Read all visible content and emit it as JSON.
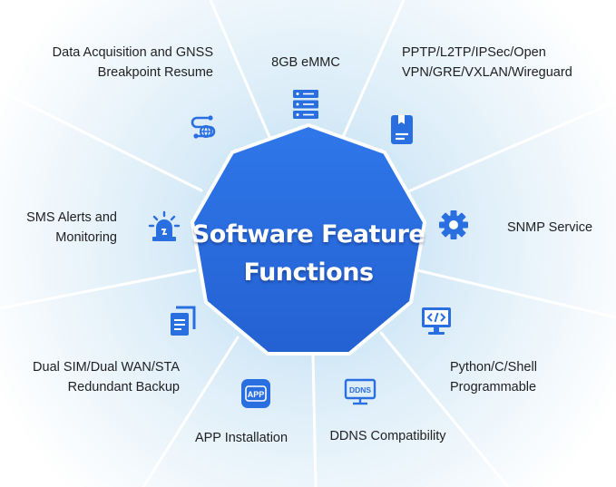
{
  "center": {
    "line1": "Software Feature",
    "line2": "Functions"
  },
  "colors": {
    "primary": "#2a6fe0",
    "center_fill": "#2b6de3",
    "wedge_light": "#eaf4fb",
    "wedge_mid": "#cfe6f5"
  },
  "features": [
    {
      "id": "data-acquisition",
      "lines": [
        "Data Acquisition and GNSS",
        "Breakpoint Resume"
      ],
      "icon": "data-flow-icon"
    },
    {
      "id": "emmc",
      "lines": [
        "8GB eMMC"
      ],
      "icon": "server-storage-icon"
    },
    {
      "id": "vpn",
      "lines": [
        "PPTP/L2TP/IPSec/Open",
        "VPN/GRE/VXLAN/Wireguard"
      ],
      "icon": "document-icon"
    },
    {
      "id": "snmp",
      "lines": [
        "SNMP Service"
      ],
      "icon": "gear-icon"
    },
    {
      "id": "python",
      "lines": [
        "Python/C/Shell",
        "Programmable"
      ],
      "icon": "code-monitor-icon"
    },
    {
      "id": "ddns",
      "lines": [
        "DDNS Compatibility"
      ],
      "icon": "ddns-monitor-icon",
      "icon_text": "DDNS"
    },
    {
      "id": "app",
      "lines": [
        "APP Installation"
      ],
      "icon": "app-icon",
      "icon_text": "APP"
    },
    {
      "id": "dual-sim",
      "lines": [
        "Dual SIM/Dual WAN/STA",
        "Redundant Backup"
      ],
      "icon": "copy-files-icon"
    },
    {
      "id": "sms",
      "lines": [
        "SMS Alerts and",
        "Monitoring"
      ],
      "icon": "alarm-light-icon"
    }
  ]
}
